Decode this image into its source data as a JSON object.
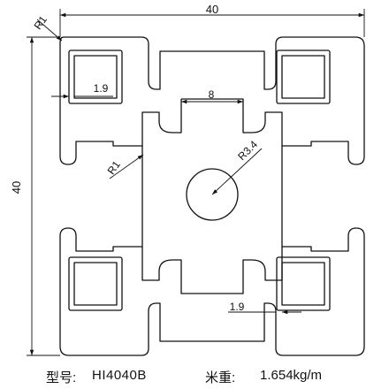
{
  "drawing": {
    "line_color": "#111111",
    "dimensions": {
      "overall_width": "40",
      "overall_height": "40",
      "corner_radius": "R1",
      "wall_top_left": "1.9",
      "slot_width": "8",
      "center_hole_radius": "R3.4",
      "inner_radius": "R1",
      "wall_bottom_right": "1.9"
    }
  },
  "footer": {
    "model_label": "型号:",
    "model_value": "HI4040B",
    "weight_label": "米重:",
    "weight_value": "1.654kg/m"
  }
}
